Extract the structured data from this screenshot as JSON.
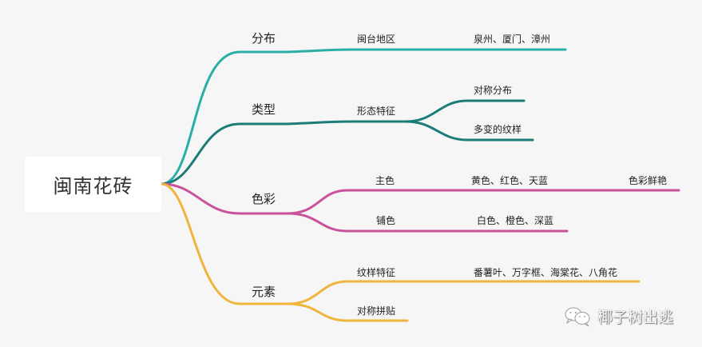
{
  "root": {
    "label": "闽南花砖"
  },
  "colors": {
    "background": "#f6f6f6",
    "branch_distribution": "#2aaea6",
    "branch_type": "#1c7c78",
    "branch_color": "#c9529a",
    "branch_elements": "#efb53c"
  },
  "branches": [
    {
      "label": "分布",
      "children": [
        {
          "label": "闽台地区",
          "children": [
            {
              "label": "泉州、厦门、漳州"
            }
          ]
        }
      ]
    },
    {
      "label": "类型",
      "children": [
        {
          "label": "形态特征",
          "children": [
            {
              "label": "对称分布"
            },
            {
              "label": "多变的纹样"
            }
          ]
        }
      ]
    },
    {
      "label": "色彩",
      "children": [
        {
          "label": "主色",
          "children": [
            {
              "label": "黄色、红色、天蓝",
              "children": [
                {
                  "label": "色彩鲜艳"
                }
              ]
            }
          ]
        },
        {
          "label": "铺色",
          "children": [
            {
              "label": "白色、橙色、深蓝"
            }
          ]
        }
      ]
    },
    {
      "label": "元素",
      "children": [
        {
          "label": "纹样特征",
          "children": [
            {
              "label": "番薯叶、万字框、海棠花、八角花"
            }
          ]
        },
        {
          "label": "对称拼贴"
        }
      ]
    }
  ],
  "watermark": {
    "icon": "wechat-icon",
    "text": "椰子树出逃"
  }
}
